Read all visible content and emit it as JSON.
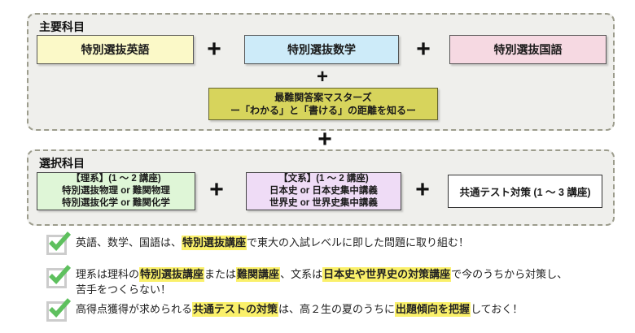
{
  "colors": {
    "panel_bg": "#efefec",
    "panel_dashed_border": "#9c9c8c",
    "english_box": "#fbf9c8",
    "math_box": "#cdebf9",
    "kokugo_box": "#f6d9e2",
    "masters_box": "#d7d45c",
    "science_box": "#dff6d7",
    "humanities_box": "#efdcf6",
    "kyotsu_box": "#ffffff",
    "highlight_marker": "#faf06a",
    "check_green": "#5ec05e"
  },
  "plus": "+",
  "main_section": {
    "title": "主要科目",
    "english_label": "特別選抜英語",
    "math_label": "特別選抜数学",
    "kokugo_label": "特別選抜国語",
    "masters_line1": "最難関答案マスターズ",
    "masters_line2": "ー「わかる」と「書ける」の距離を知るー"
  },
  "elective_section": {
    "title": "選択科目",
    "science_line1": "【理系】(1 ～ 2 講座)",
    "science_line2": "特別選抜物理 or 難関物理",
    "science_line3": "特別選抜化学 or 難関化学",
    "humanities_line1": "【文系】(1 ～ 2 講座)",
    "humanities_line2": "日本史 or 日本史集中講義",
    "humanities_line3": "世界史 or 世界史集中講義",
    "kyotsu_label": "共通テスト対策 (1 ～ 3 講座)"
  },
  "checklist": {
    "items": [
      {
        "lines": [
          [
            {
              "t": "英語、数学、国語は、"
            },
            {
              "t": "特別選抜講座",
              "h": true
            },
            {
              "t": "で東大の入試レベルに即した問題に取り組む！"
            }
          ]
        ]
      },
      {
        "lines": [
          [
            {
              "t": "理系は理科の"
            },
            {
              "t": "特別選抜講座",
              "h": true
            },
            {
              "t": "または"
            },
            {
              "t": "難関講座",
              "h": true
            },
            {
              "t": "、文系は"
            },
            {
              "t": "日本史や世界史の対策講座",
              "h": true
            },
            {
              "t": "で今のうちから対策し、"
            }
          ],
          [
            {
              "t": "苦手をつくらない！"
            }
          ]
        ]
      },
      {
        "lines": [
          [
            {
              "t": "高得点獲得が求められる"
            },
            {
              "t": "共通テストの対策",
              "h": true
            },
            {
              "t": "は、高２生の夏のうちに"
            },
            {
              "t": "出題傾向を把握",
              "h": true
            },
            {
              "t": "しておく！"
            }
          ]
        ]
      }
    ]
  }
}
